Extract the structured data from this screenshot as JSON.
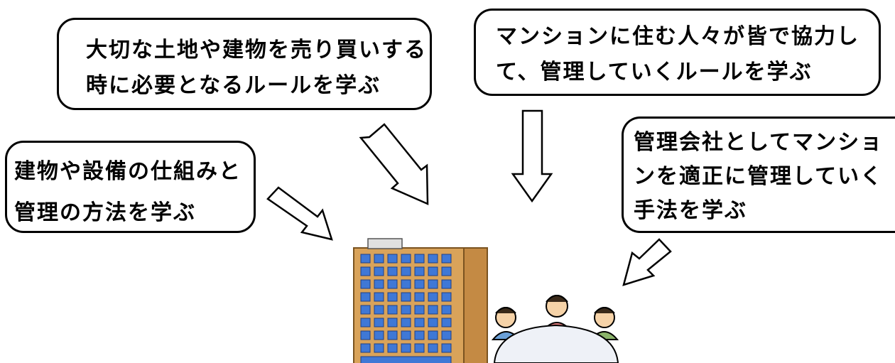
{
  "bubbles": {
    "top_left": {
      "line1": "大切な土地や建物を売り買いする",
      "line2": "時に必要となるルールを学ぶ"
    },
    "top_right": {
      "line1": "マンションに住む人々が皆で協力し",
      "line2": "て、管理していくルールを学ぶ"
    },
    "left": {
      "line1": "建物や設備の仕組みと",
      "line2": "管理の方法を学ぶ"
    },
    "right": {
      "line1": "管理会社としてマンショ",
      "line2": "ンを適正に管理していく",
      "line3": "手法を学ぶ"
    }
  }
}
